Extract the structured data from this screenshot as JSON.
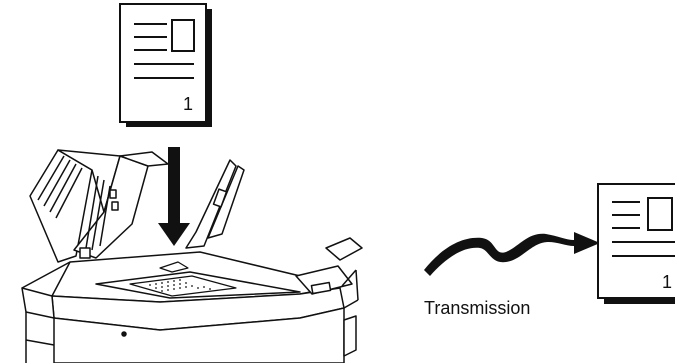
{
  "diagram": {
    "original_page_number": "1",
    "received_page_number": "1",
    "transmission_label": "Transmission"
  }
}
